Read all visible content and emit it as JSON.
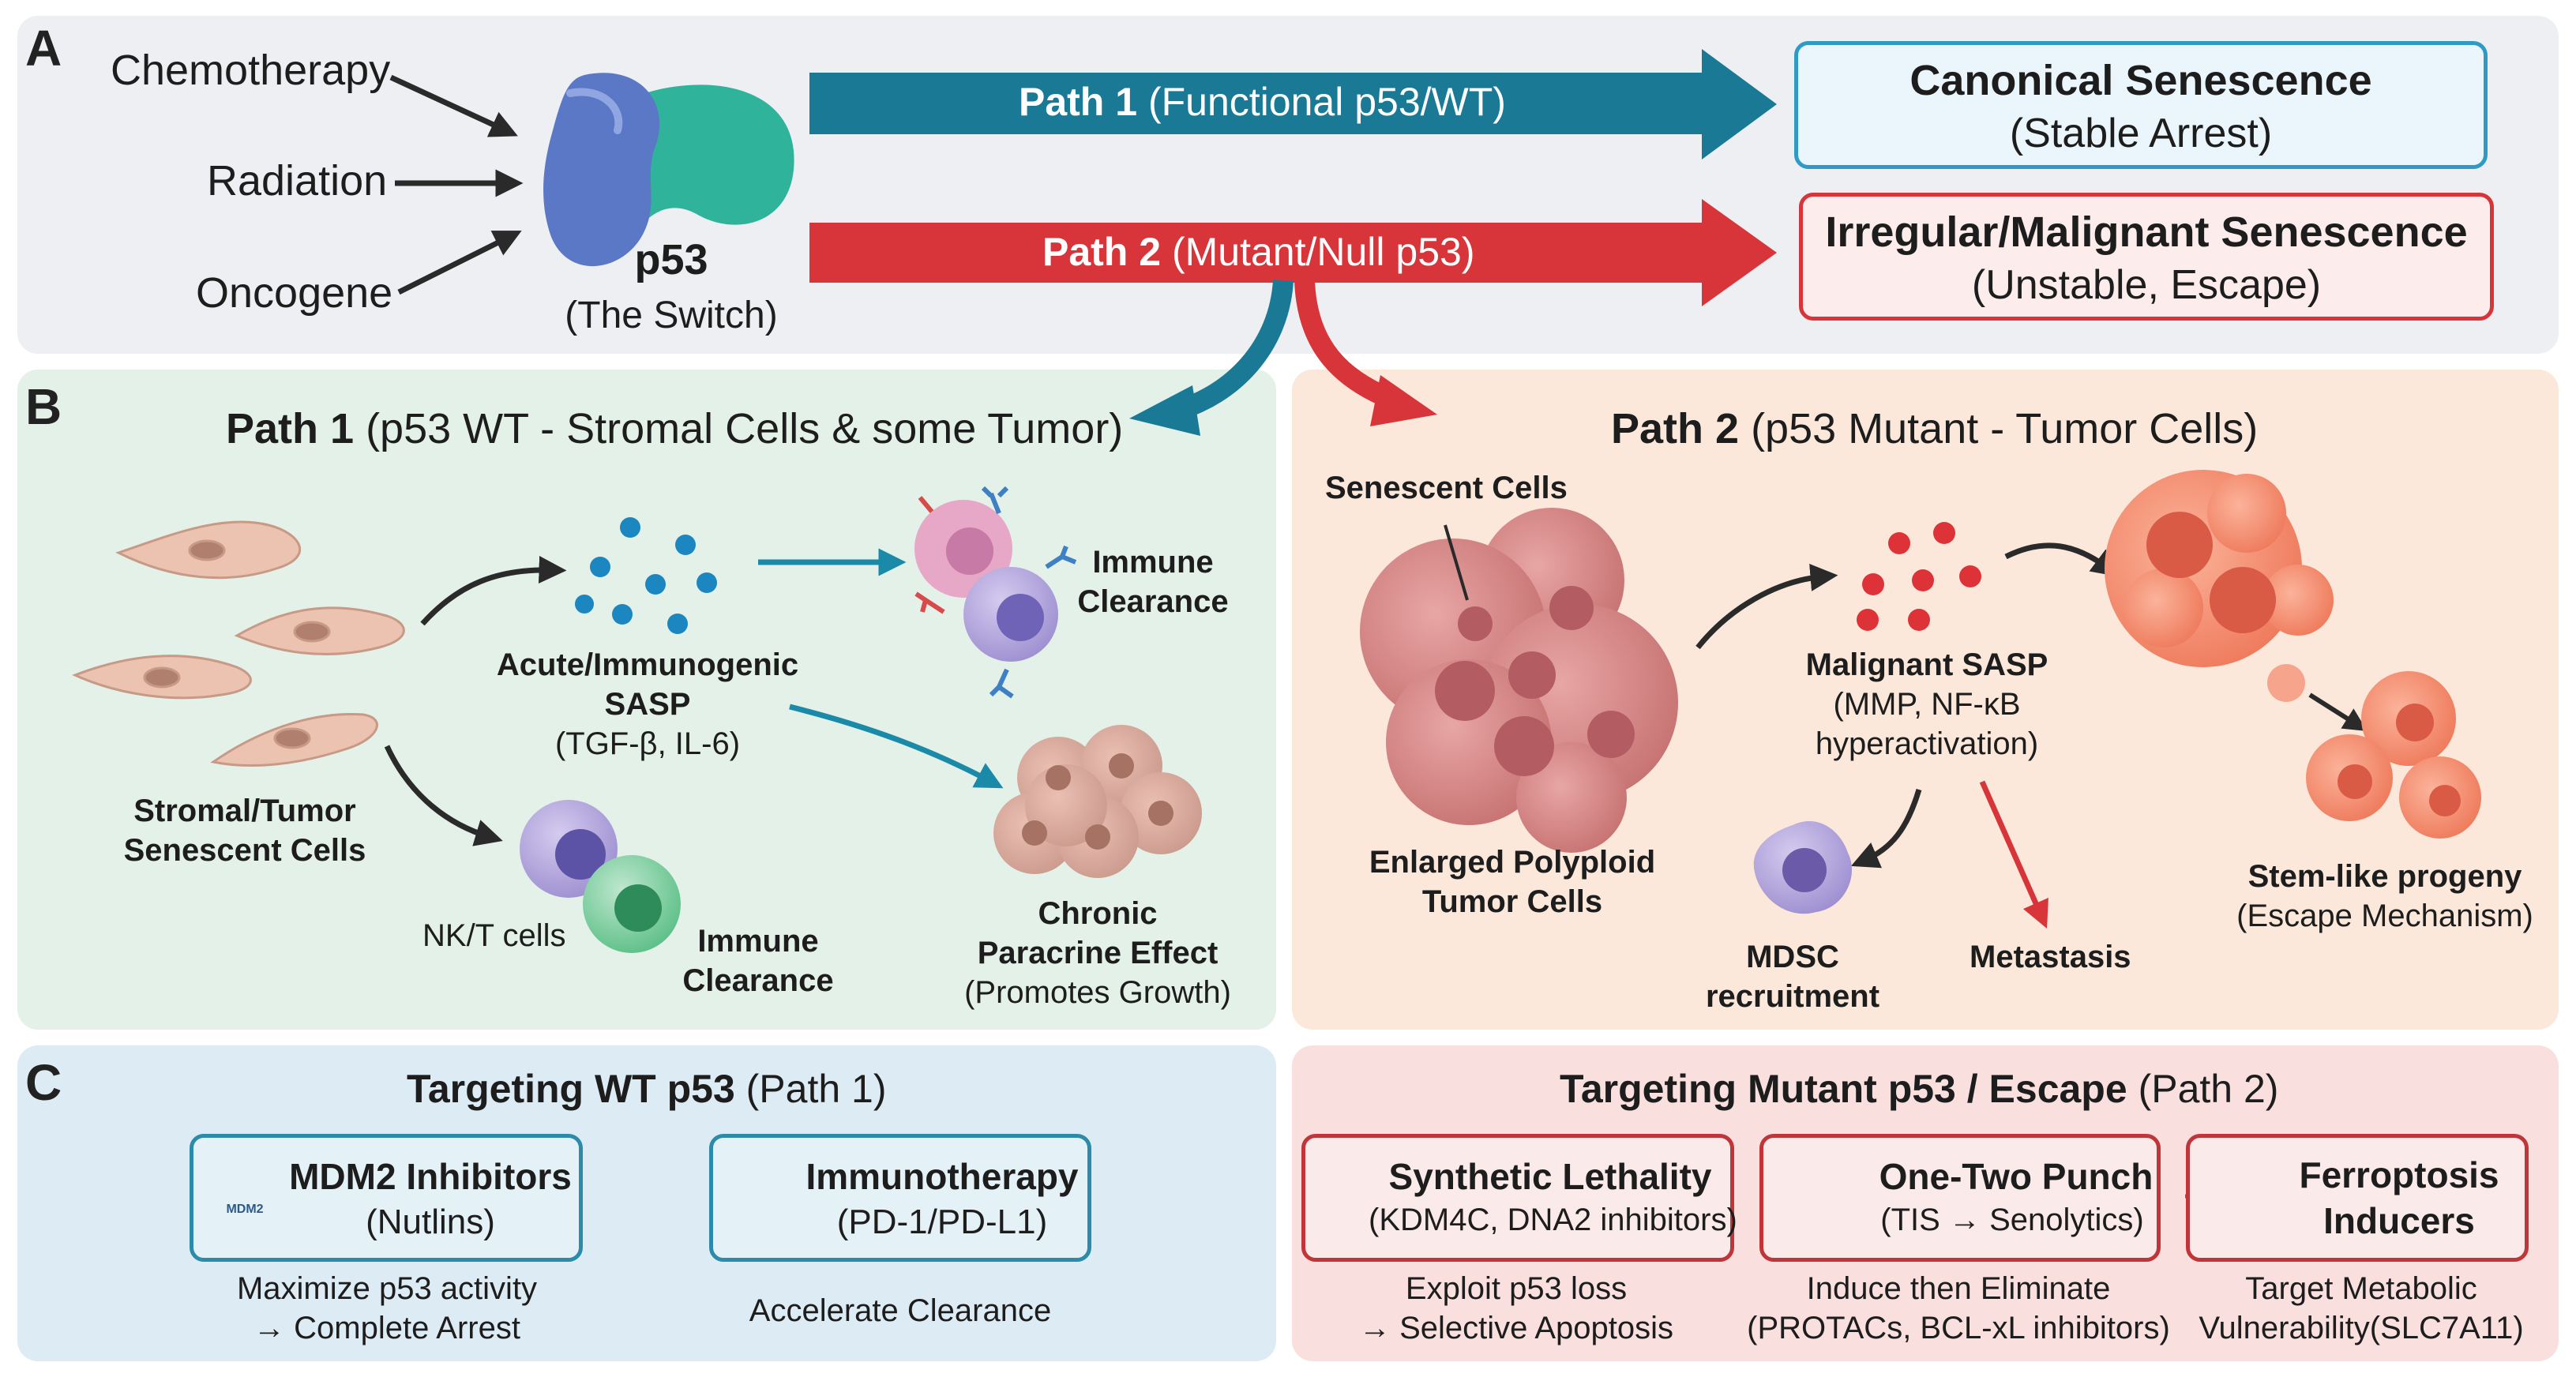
{
  "panels": {
    "a": "A",
    "b": "B",
    "c": "C"
  },
  "panel_a": {
    "inputs": [
      "Chemotherapy",
      "Radiation",
      "Oncogene"
    ],
    "p53_title": "p53",
    "p53_subtitle": "(The Switch)",
    "path1": {
      "bold": "Path 1",
      "rest": "(Functional p53/WT)"
    },
    "path2": {
      "bold": "Path 2",
      "rest": "(Mutant/Null p53)"
    },
    "canonical": {
      "title": "Canonical Senescence",
      "subtitle": "(Stable Arrest)"
    },
    "irregular": {
      "title": "Irregular/Malignant Senescence",
      "subtitle": "(Unstable, Escape)"
    }
  },
  "panel_b_left": {
    "title_bold": "Path 1",
    "title_rest": "(p53 WT - Stromal Cells & some Tumor)",
    "sasp_line1": "Acute/Immunogenic",
    "sasp_line2": "SASP",
    "sasp_line3": "(TGF-β, IL-6)",
    "immune1_line1": "Immune",
    "immune1_line2": "Clearance",
    "stromal_line1": "Stromal/Tumor",
    "stromal_line2": "Senescent Cells",
    "nkt": "NK/T cells",
    "immune2_line1": "Immune",
    "immune2_line2": "Clearance",
    "chronic_line1": "Chronic",
    "chronic_line2": "Paracrine Effect",
    "chronic_line3": "(Promotes Growth)"
  },
  "panel_b_right": {
    "title_bold": "Path 2",
    "title_rest": "(p53 Mutant - Tumor Cells)",
    "senescent": "Senescent Cells",
    "malignant_line1": "Malignant SASP",
    "malignant_line2": "(MMP, NF-κB",
    "malignant_line3": "hyperactivation)",
    "enlarged_line1": "Enlarged Polyploid",
    "enlarged_line2": "Tumor Cells",
    "mdsc_line1": "MDSC",
    "mdsc_line2": "recruitment",
    "metastasis": "Metastasis",
    "stem_line1": "Stem-like progeny",
    "stem_line2": "(Escape Mechanism)"
  },
  "panel_c_left": {
    "title_bold": "Targeting WT p53",
    "title_rest": "(Path 1)",
    "mdm2": {
      "title": "MDM2 Inhibitors",
      "subtitle": "(Nutlins)",
      "vial_label": "MDM2"
    },
    "immuno": {
      "title": "Immunotherapy",
      "subtitle": "(PD-1/PD-L1)"
    },
    "note1_line1": "Maximize p53 activity",
    "note1_line2": "→ Complete Arrest",
    "note2": "Accelerate Clearance"
  },
  "panel_c_right": {
    "title_bold": "Targeting Mutant p53 / Escape",
    "title_rest": "(Path 2)",
    "synthetic": {
      "title": "Synthetic Lethality",
      "subtitle": "(KDM4C, DNA2 inhibitors)"
    },
    "onetwo": {
      "title": "One-Two Punch",
      "subtitle": "(TIS → Senolytics)"
    },
    "ferro": {
      "title_line1": "Ferroptosis",
      "title_line2": "Inducers"
    },
    "note1_line1": "Exploit p53 loss",
    "note1_line2": "→ Selective Apoptosis",
    "note2_line1": "Induce then Eliminate",
    "note2_line2": "(PROTACs, BCL-xL inhibitors)",
    "note3_line1": "Target Metabolic",
    "note3_line2": "Vulnerability(SLC7A11)"
  },
  "colors": {
    "teal": "#1a7a96",
    "red": "#d8353a",
    "panelA": "#eeeff3",
    "panelB1": "#e3f1e9",
    "panelB2": "#fbe8da",
    "panelC1": "#ddebf4",
    "panelC2": "#f9e0df"
  }
}
